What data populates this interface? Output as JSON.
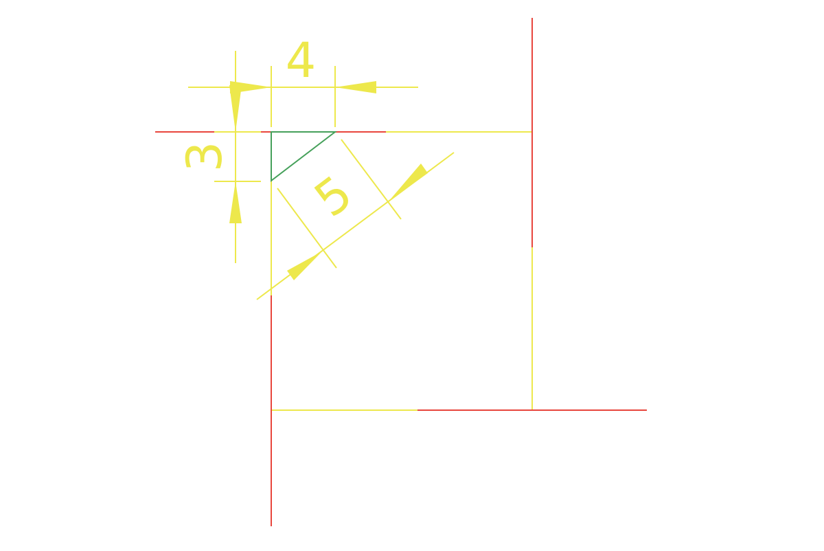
{
  "colors": {
    "background": "#ffffff",
    "construction": "#ede84c",
    "line": "#e8453c",
    "triangle": "#45a05a"
  },
  "dimensions": {
    "horizontal": "4",
    "vertical": "3",
    "hypotenuse": "5"
  }
}
